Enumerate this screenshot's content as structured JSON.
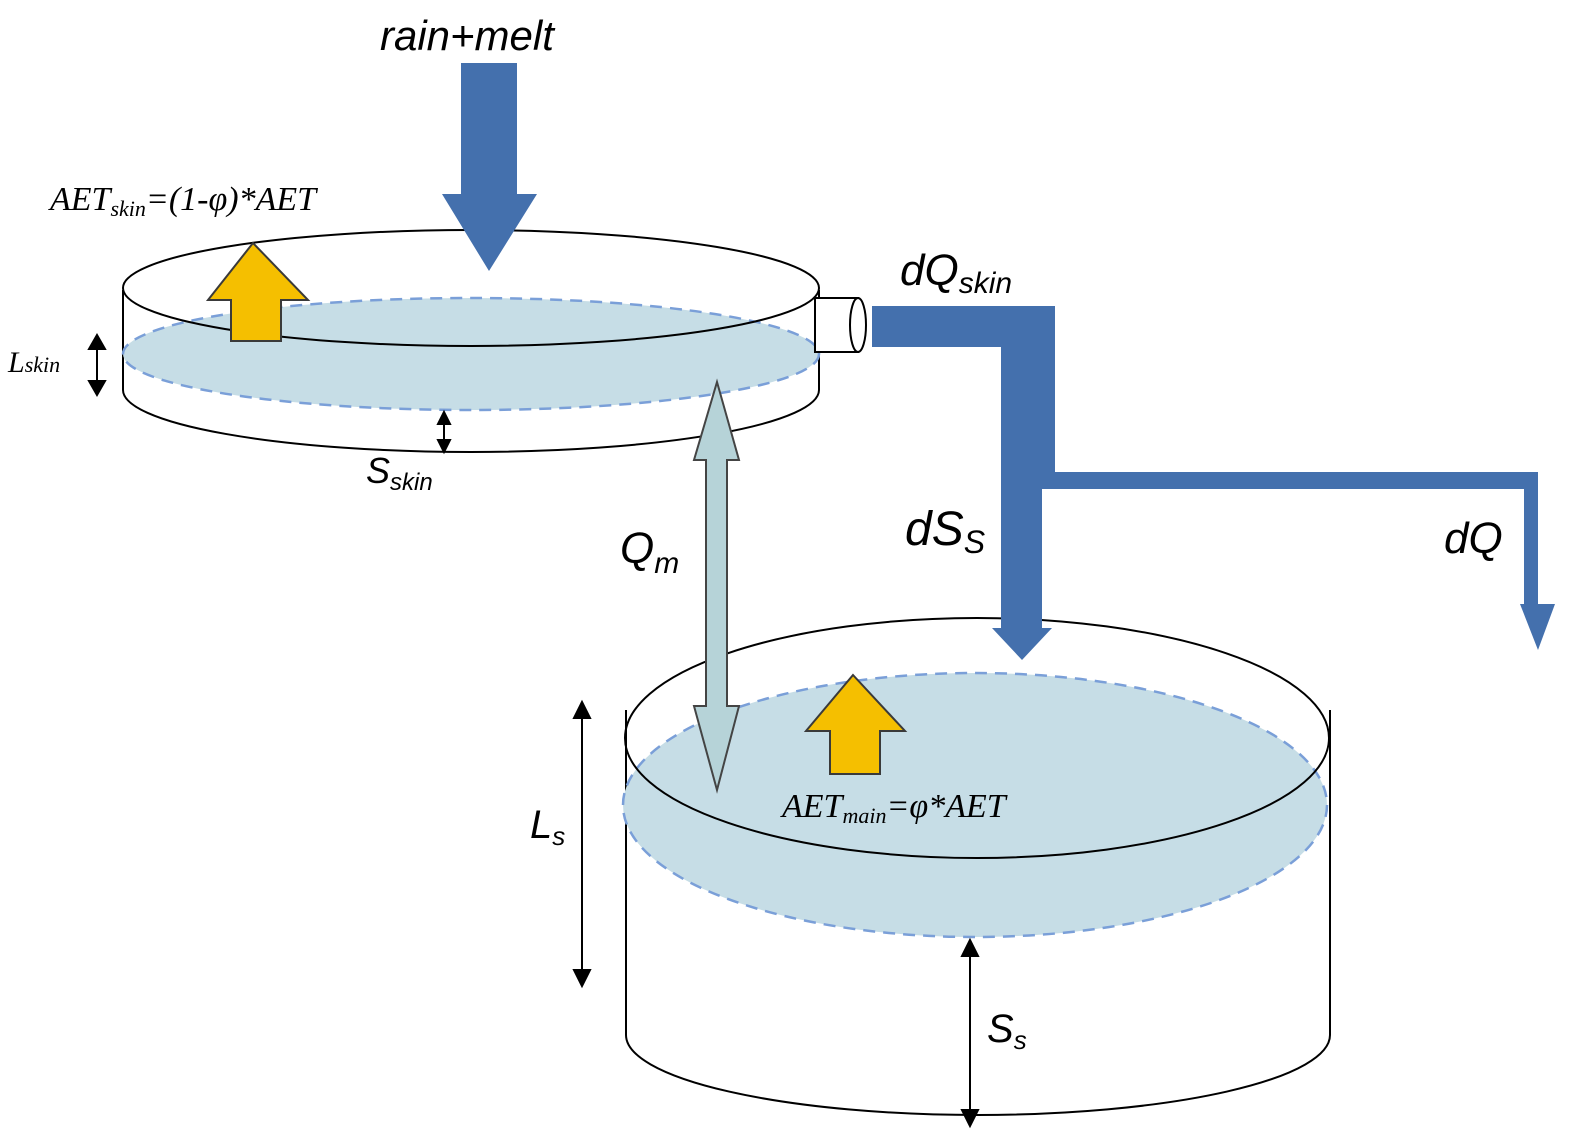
{
  "colors": {
    "flow_blue": "#4470ad",
    "water_fill": "#c6dde6",
    "water_dash": "#7a9fd8",
    "et_yellow": "#f5bf00",
    "et_outline": "#3a3a3a",
    "exchange_fill": "#b6d3d8",
    "exchange_outline": "#444444",
    "outline": "#000000"
  },
  "labels": {
    "rain_melt": "rain+melt",
    "aet_skin": {
      "base": "AET",
      "sub": "skin",
      "rest": "=(1-φ)*AET"
    },
    "dq_skin": {
      "base": "dQ",
      "sub": "skin"
    },
    "l_skin": {
      "base": "L",
      "sub": "skin"
    },
    "s_skin": {
      "base": "S",
      "sub": "skin"
    },
    "q_m": {
      "base": "Q",
      "sub": "m"
    },
    "ds_s": {
      "base": "dS",
      "sub": "S"
    },
    "dq": "dQ",
    "l_s": {
      "base": "L",
      "sub": "s"
    },
    "aet_main": {
      "base": "AET",
      "sub": "main",
      "rest": "=φ*AET"
    },
    "s_s": {
      "base": "S",
      "sub": "s"
    }
  },
  "icons": {
    "et_skin_arrow": "up-arrow-icon",
    "et_main_arrow": "up-arrow-icon",
    "rain_arrow": "down-arrow-icon",
    "exchange_arrow": "double-headed-arrow-icon"
  }
}
